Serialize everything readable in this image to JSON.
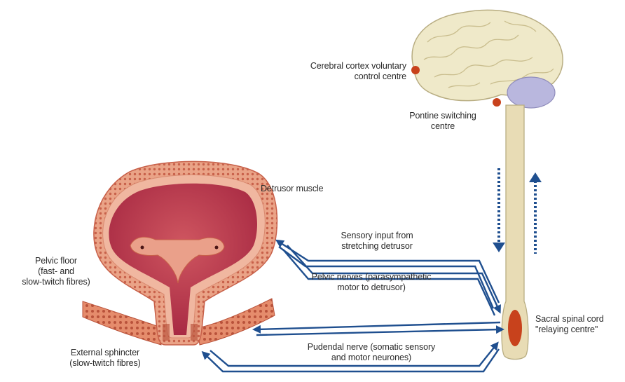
{
  "labels": {
    "cerebral_cortex": [
      "Cerebral cortex voluntary",
      "control centre"
    ],
    "pontine": [
      "Pontine switching",
      "centre"
    ],
    "detrusor_muscle": [
      "Detrusor muscle"
    ],
    "sensory_input": [
      "Sensory input from",
      "stretching detrusor"
    ],
    "pelvic_floor": [
      "Pelvic floor",
      "(fast- and",
      "slow-twitch fibres)"
    ],
    "pelvic_nerves": [
      "Pelvic nerves (parasympathetic",
      "motor to detrusor)"
    ],
    "sacral": [
      "Sacral spinal cord",
      "\"relaying centre\""
    ],
    "pudendal": [
      "Pudendal nerve (somatic sensory",
      "and motor neurones)"
    ],
    "external_sphincter": [
      "External sphincter",
      "(slow-twitch fibres)"
    ]
  },
  "colors": {
    "nerve_arrow": "#1f4f8f",
    "brain": "#efe9c9",
    "cerebellum": "#b9b7de",
    "spinal_cord": "#e8dcb5",
    "centre_dot": "#c8421c",
    "bladder_wall": "#e9a58a",
    "bladder_lumen": "#b5324a",
    "pelvic_floor_muscle": "#e58c6c"
  }
}
